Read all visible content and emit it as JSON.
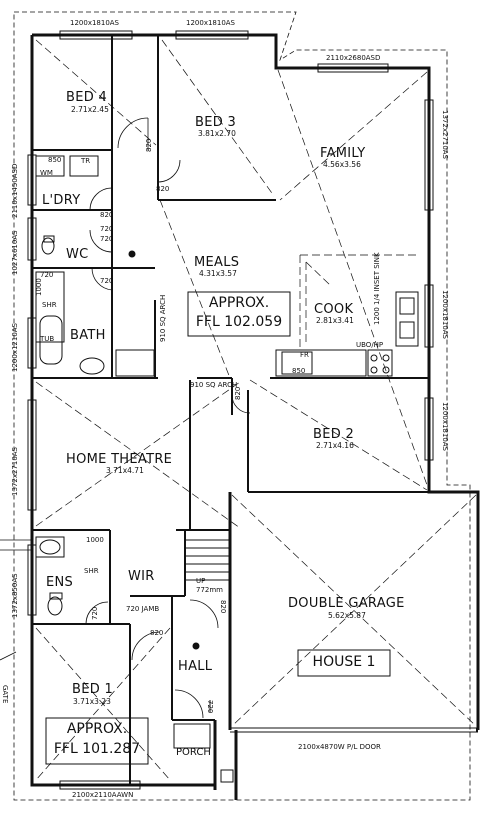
{
  "rooms": {
    "bed4": {
      "name": "BED 4",
      "dim": "2.71x2.45"
    },
    "bed3": {
      "name": "BED 3",
      "dim": "3.81x2.70"
    },
    "family": {
      "name": "FAMILY",
      "dim": "4.56x3.56"
    },
    "meals": {
      "name": "MEALS",
      "dim": "4.31x3.57"
    },
    "cook": {
      "name": "COOK",
      "dim": "2.81x3.41"
    },
    "bed2": {
      "name": "BED 2",
      "dim": "2.71x4.16"
    },
    "home_theatre": {
      "name": "HOME THEATRE",
      "dim": "3.71x4.71"
    },
    "garage": {
      "name": "DOUBLE GARAGE",
      "dim": "5.62x5.87"
    },
    "bed1": {
      "name": "BED 1",
      "dim": "3.71x3.23"
    },
    "ldry": {
      "name": "L'DRY"
    },
    "wc": {
      "name": "WC"
    },
    "bath": {
      "name": "BATH"
    },
    "ens": {
      "name": "ENS"
    },
    "wir": {
      "name": "WIR"
    },
    "hall": {
      "name": "HALL"
    },
    "porch": {
      "name": "PORCH"
    }
  },
  "boxes": {
    "ffl_upper": {
      "line1": "APPROX.",
      "line2": "FFL 102.059"
    },
    "ffl_lower": {
      "line1": "APPROX.",
      "line2": "FFL 101.287"
    },
    "house": {
      "label": "HOUSE 1"
    }
  },
  "windows": {
    "top_left": "1200x1810AS",
    "top_mid": "1200x1810AS",
    "family_top": "2110x2680ASD",
    "family_right": "1372x2710AS",
    "cook_right": "1200x1810AS",
    "bed2_right": "1200x1810AS",
    "ldry_left": "2110x1450ASD",
    "wc_left": "1027x610AS",
    "bath_left": "1200x1210AS",
    "theatre_left": "1372x2710AS",
    "ens_left": "1372x850AS",
    "bed1_bottom": "2100x2110AAWN",
    "garage_door": "2100x4870W P/L DOOR"
  },
  "fixtures": {
    "tr": "TR",
    "wm": "WM",
    "shr": "SHR",
    "tub": "TUB",
    "fr": "FR",
    "ubo": "UBO/HP",
    "sink": "1200 1/4 INSET SINK",
    "jamb": "720 JAMB",
    "up": "UP",
    "up_dim": "772mm",
    "arch1": "910 SQ ARCH",
    "arch2": "910 SQ ARCH",
    "gate": "GATE"
  },
  "door_widths": {
    "d850": "850",
    "d820a": "820",
    "d820b": "820",
    "d820c": "820",
    "d720a": "720",
    "d720b": "720",
    "d1000": "1000",
    "d1000b": "1000",
    "d720c": "720",
    "d720d": "720",
    "d820d": "820",
    "d820e": "820",
    "d850b": "850",
    "d720e": "720",
    "d820f": "820",
    "d720f": "720"
  }
}
